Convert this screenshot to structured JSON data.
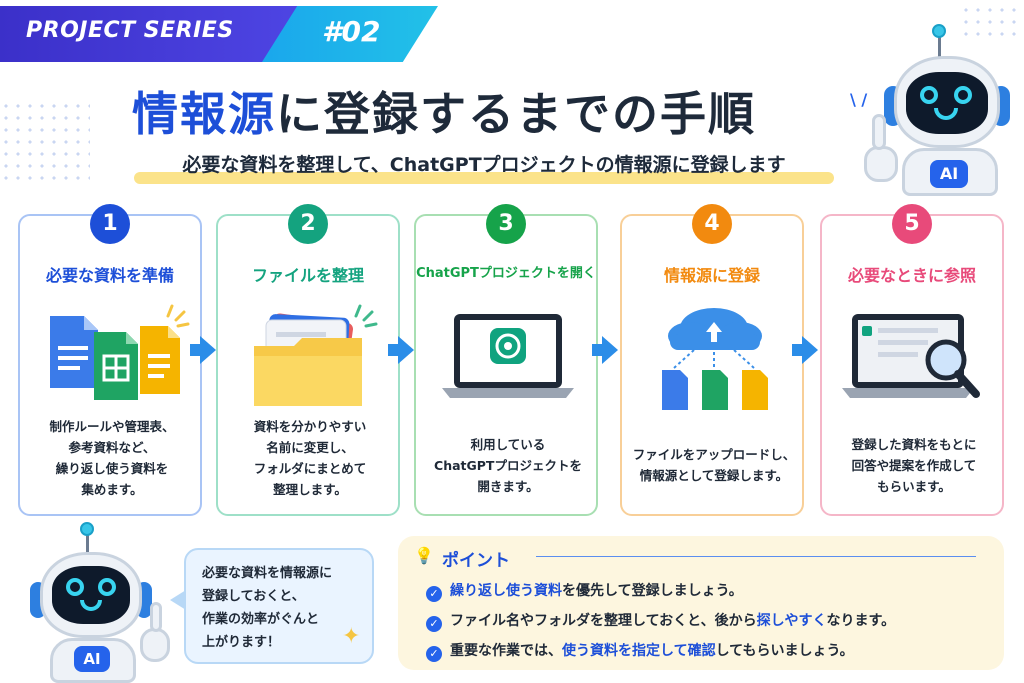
{
  "banner": {
    "series": "PROJECT SERIES",
    "number": "#02"
  },
  "title": {
    "highlight": "情報源",
    "rest": "に登録するまでの手順"
  },
  "subtitle": "必要な資料を整理して、ChatGPTプロジェクトの情報源に登録します",
  "robot_badge": "AI",
  "steps": [
    {
      "num": "1",
      "title": "必要な資料を準備",
      "color": "#1d4fd8",
      "desc": [
        "制作ルールや管理表、",
        "参考資料など、",
        "繰り返し使う資料を",
        "集めます。"
      ]
    },
    {
      "num": "2",
      "title": "ファイルを整理",
      "color": "#14a37f",
      "desc": [
        "資料を分かりやすい",
        "名前に変更し、",
        "フォルダにまとめて",
        "整理します。"
      ]
    },
    {
      "num": "3",
      "title": "ChatGPTプロジェクトを開く",
      "color": "#16a34a",
      "desc": [
        "利用している",
        "ChatGPTプロジェクトを",
        "開きます。"
      ]
    },
    {
      "num": "4",
      "title": "情報源に登録",
      "color": "#f28a0f",
      "desc": [
        "ファイルをアップロードし、",
        "情報源として登録します。"
      ]
    },
    {
      "num": "5",
      "title": "必要なときに参照",
      "color": "#e84a7a",
      "desc": [
        "登録した資料をもとに",
        "回答や提案を作成して",
        "もらいます。"
      ]
    }
  ],
  "bubble": [
    "必要な資料を情報源に",
    "登録しておくと、",
    "作業の効率がぐんと",
    "上がります！"
  ],
  "point": {
    "heading": "ポイント",
    "items": [
      {
        "em": "繰り返し使う資料",
        "rest": "を優先して登録しましょう。"
      },
      {
        "pre": "ファイル名やフォルダを整理しておくと、後から",
        "em": "探しやすく",
        "rest": "なります。"
      },
      {
        "pre": "重要な作業では、",
        "em": "使う資料を指定して確認",
        "rest": "してもらいましょう。"
      }
    ]
  },
  "colors": {
    "primary": "#1d4fd8",
    "accent": "#22c1e8",
    "arrow": "#2b8de8"
  }
}
